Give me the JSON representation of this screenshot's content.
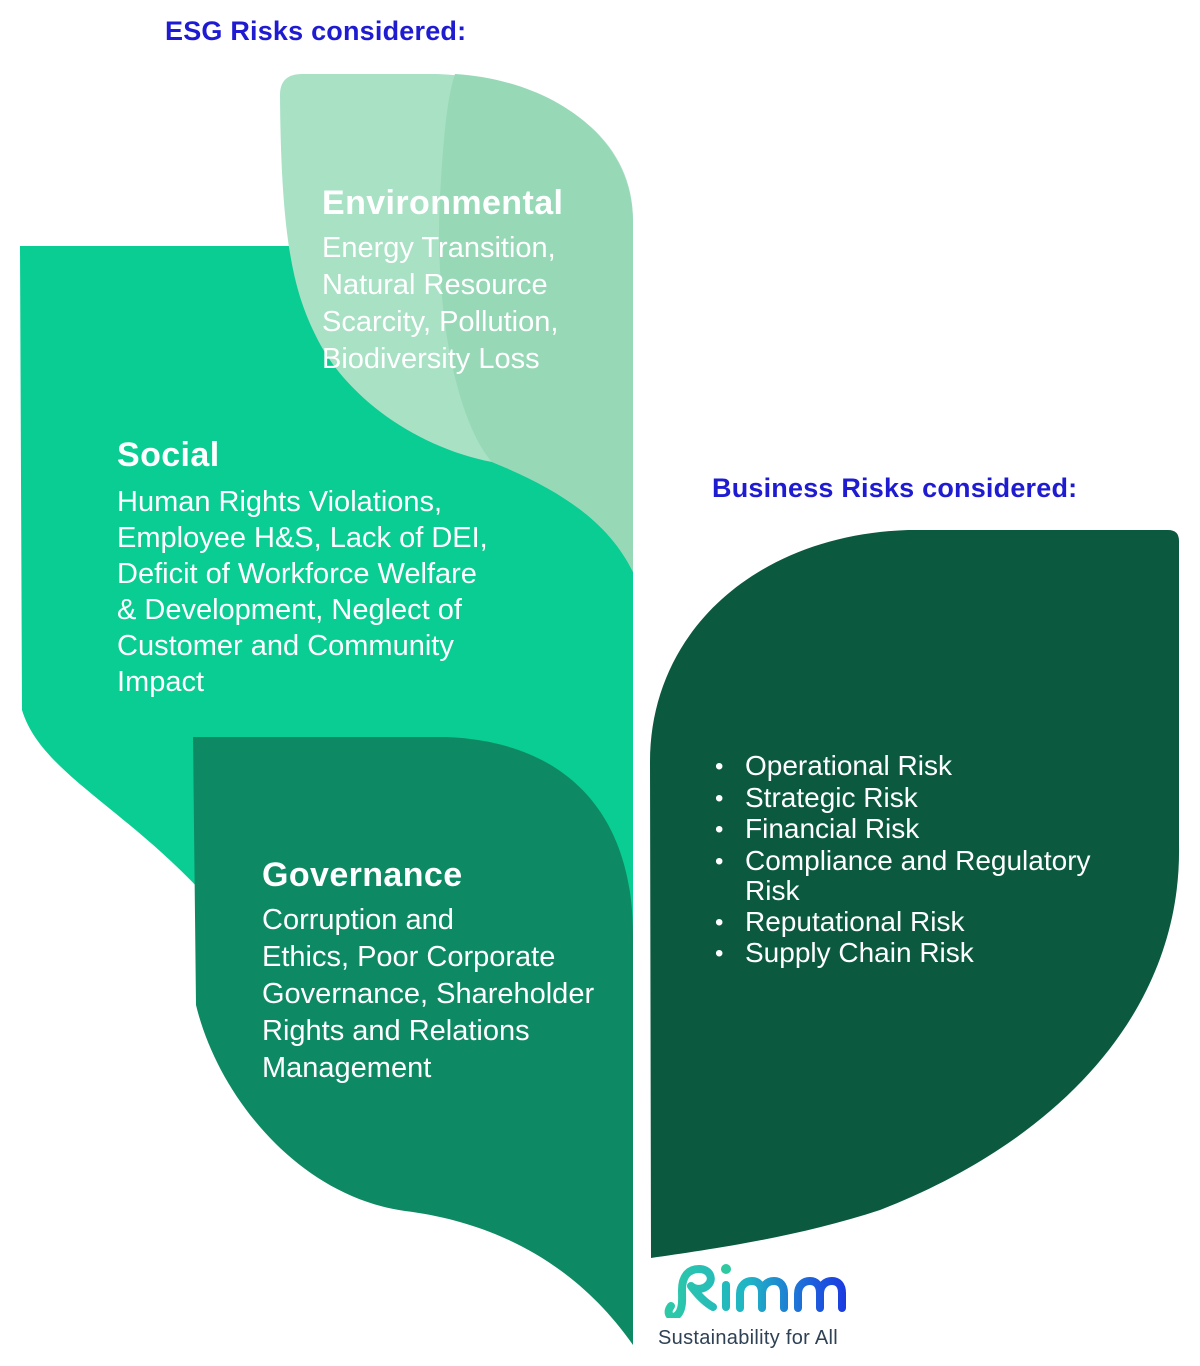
{
  "esg_section": {
    "heading": "ESG Risks considered:",
    "leaves": [
      {
        "id": "environmental",
        "title": "Environmental",
        "description": "Energy Transition,\nNatural Resource\nScarcity, Pollution,\nBiodiversity Loss"
      },
      {
        "id": "social",
        "title": "Social",
        "description": "Human Rights Violations,\nEmployee H&S, Lack of DEI,\nDeficit of Workforce Welfare\n& Development, Neglect of\nCustomer and Community\nImpact"
      },
      {
        "id": "governance",
        "title": "Governance",
        "description": "Corruption and\nEthics, Poor Corporate\nGovernance, Shareholder\nRights and Relations\nManagement"
      }
    ]
  },
  "business_section": {
    "heading": "Business Risks considered:",
    "bullet_char": "•",
    "bullets": [
      {
        "label": "Operational Risk"
      },
      {
        "label": "Strategic Risk"
      },
      {
        "label": "Financial Risk"
      },
      {
        "label": "Compliance and Regulatory Risk"
      },
      {
        "label": "Reputational Risk"
      },
      {
        "label": "Supply Chain Risk"
      }
    ]
  },
  "logo": {
    "wordmark": "Rimm",
    "tagline": "Sustainability for All",
    "gradient": [
      "#2fcba4",
      "#1fb4c5",
      "#1e5ddd",
      "#1a2ee2"
    ],
    "dot_color": "#2fc9a1"
  },
  "colors": {
    "heading_blue": "#1e1bd1",
    "environmental_leaf": "#a9e1c5",
    "environmental_leaf_shade": "#97d8b7",
    "social_leaf": "#09cd92",
    "governance_leaf": "#0d8a63",
    "business_leaf": "#0b5a40",
    "leaf_text": "#ffffff",
    "tagline_text": "#2e4155"
  }
}
